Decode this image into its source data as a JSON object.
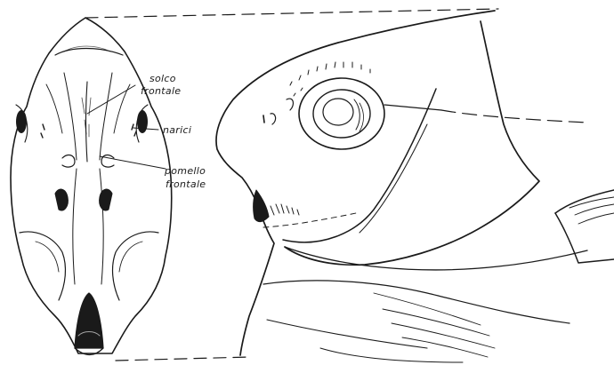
{
  "figure": {
    "labels": {
      "solco_line1": "solco",
      "solco_line2": "frontale",
      "narici": "narici",
      "pomello_line1": "pomello",
      "pomello_line2": "frontale"
    },
    "ink_color": "#1a1a1a",
    "paper_color": "#ffffff"
  }
}
